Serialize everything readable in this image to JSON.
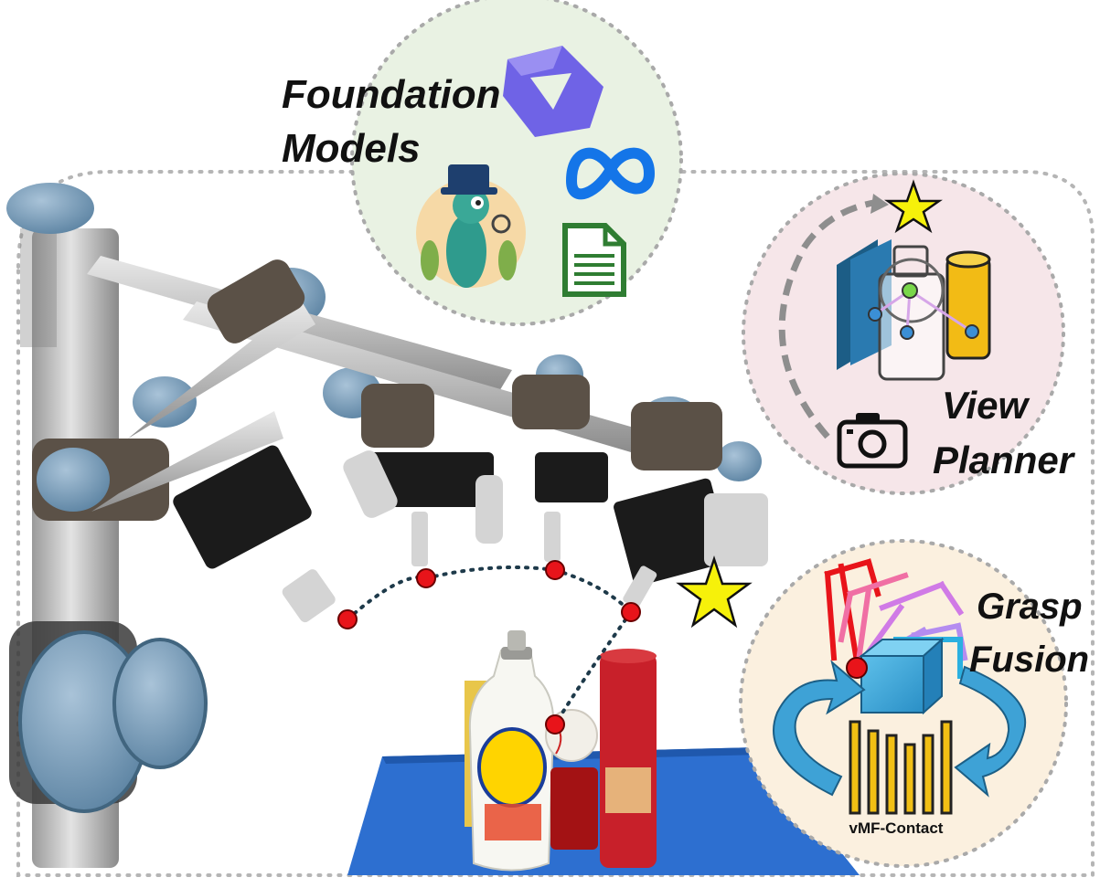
{
  "modules": {
    "foundation": {
      "line1": "Foundation",
      "line2": "Models"
    },
    "view_planner": {
      "line1": "View",
      "line2": "Planner"
    },
    "grasp_fusion": {
      "line1": "Grasp",
      "line2": "Fusion",
      "contact_label": "vMF-Contact"
    }
  },
  "colors": {
    "foundation_bg": "#e9f2e3",
    "view_planner_bg": "#f6e6e9",
    "grasp_fusion_bg": "#fbf0df",
    "dotted_border": "#b5b5b5",
    "trajectory": "#1e3a4a",
    "waypoint": "#e8141a",
    "goal_star": "#f6f10a",
    "table_mat": "#2d6fd0",
    "arrow_blue": "#3ea2d6",
    "bar_yellow": "#f1bf14"
  },
  "icons": [
    "gemini-logo-icon",
    "meta-logo-icon",
    "document-icon",
    "lizard-mascot-icon",
    "camera-icon",
    "star-icon",
    "cube-icon",
    "cycle-arrow-icon"
  ]
}
